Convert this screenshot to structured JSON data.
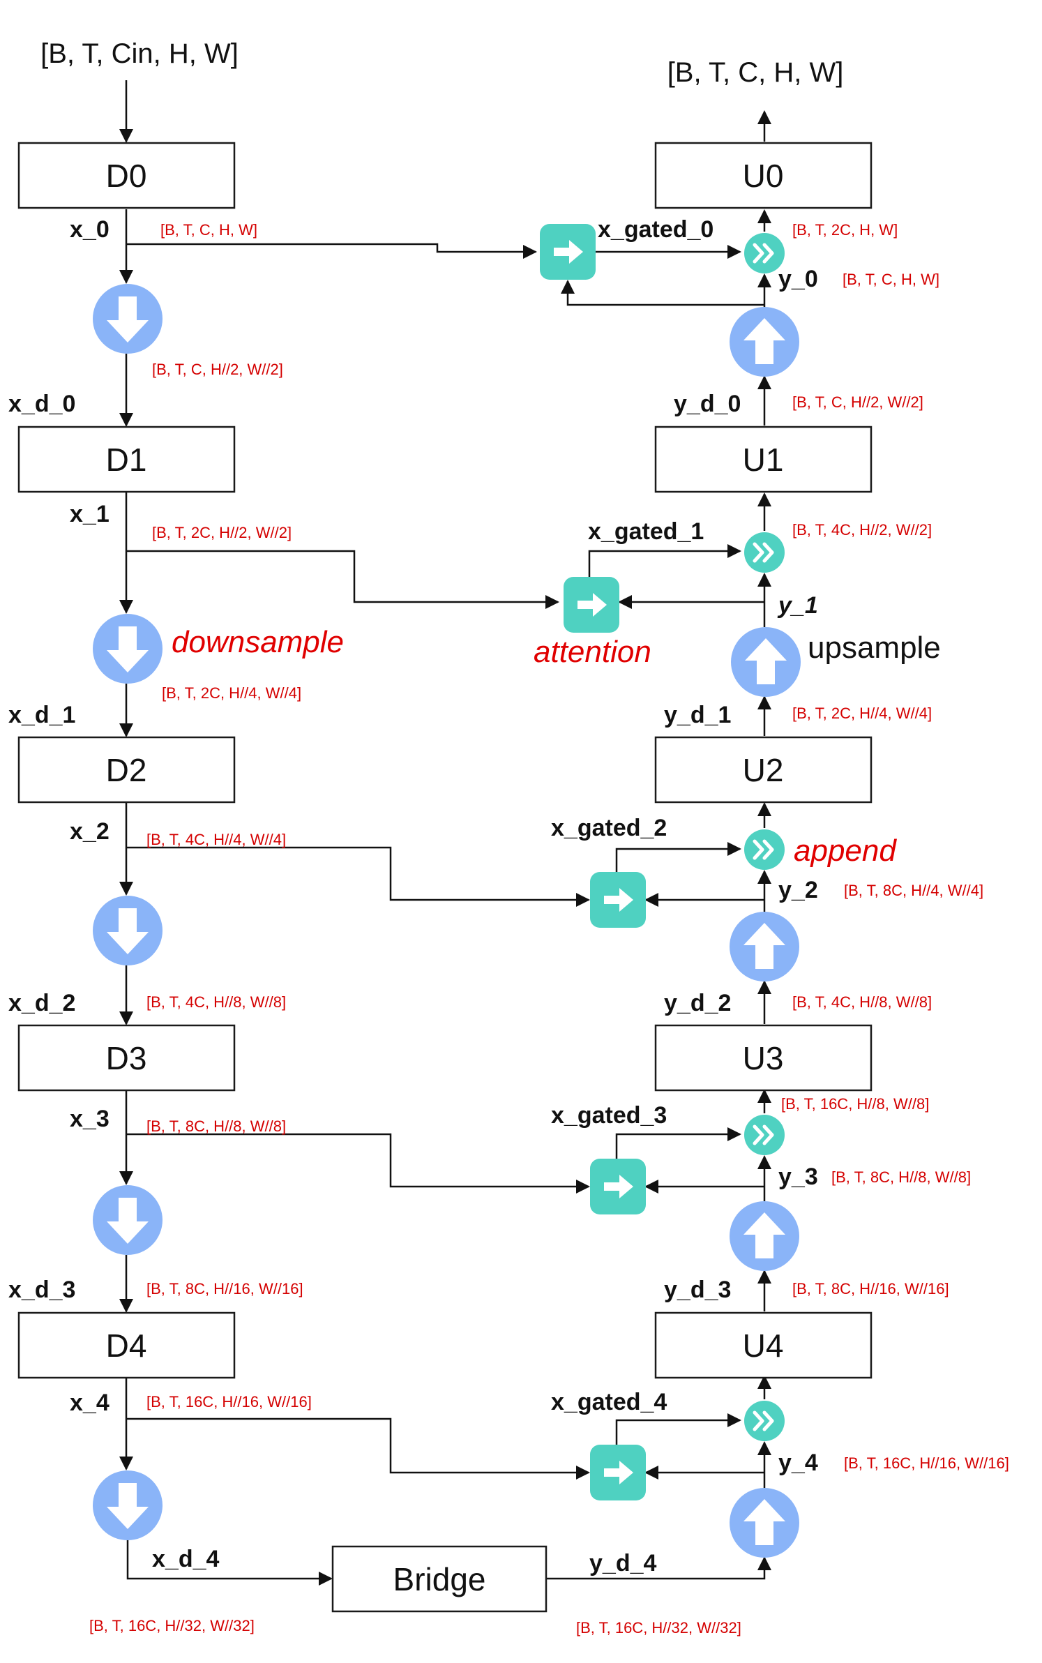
{
  "input_shape": "[B, T, Cin, H, W]",
  "output_shape": "[B, T, C, H, W]",
  "down_blocks": [
    "D0",
    "D1",
    "D2",
    "D3",
    "D4"
  ],
  "up_blocks": [
    "U0",
    "U1",
    "U2",
    "U3",
    "U4"
  ],
  "bridge": "Bridge",
  "encoder": {
    "x": [
      {
        "label": "x_0",
        "shape": "[B, T, C, H, W]"
      },
      {
        "label": "x_1",
        "shape": "[B, T, 2C, H//2, W//2]"
      },
      {
        "label": "x_2",
        "shape": "[B, T, 4C, H//4, W//4]"
      },
      {
        "label": "x_3",
        "shape": "[B, T, 8C, H//8, W//8]"
      },
      {
        "label": "x_4",
        "shape": "[B, T, 16C, H//16, W//16]"
      }
    ],
    "x_d": [
      {
        "label": "x_d_0",
        "shape": "[B, T, C, H//2, W//2]"
      },
      {
        "label": "x_d_1",
        "shape": "[B, T, 2C, H//4, W//4]"
      },
      {
        "label": "x_d_2",
        "shape": "[B, T, 4C, H//8, W//8]"
      },
      {
        "label": "x_d_3",
        "shape": "[B, T, 8C, H//16, W//16]"
      },
      {
        "label": "x_d_4",
        "shape": "[B, T, 16C, H//32, W//32]"
      }
    ]
  },
  "decoder": {
    "y": [
      {
        "label": "y_0",
        "shape": "[B, T, C, H, W]"
      },
      {
        "label": "y_1",
        "shape": ""
      },
      {
        "label": "y_2",
        "shape": "[B, T, 8C, H//4, W//4]"
      },
      {
        "label": "y_3",
        "shape": "[B, T, 8C, H//8, W//8]"
      },
      {
        "label": "y_4",
        "shape": "[B, T, 16C, H//16, W//16]"
      }
    ],
    "y_d": [
      {
        "label": "y_d_0",
        "shape": "[B, T, C, H//2, W//2]"
      },
      {
        "label": "y_d_1",
        "shape": "[B, T, 2C, H//4, W//4]"
      },
      {
        "label": "y_d_2",
        "shape": "[B, T, 4C, H//8, W//8]"
      },
      {
        "label": "y_d_3",
        "shape": "[B, T, 8C, H//16, W//16]"
      },
      {
        "label": "y_d_4",
        "shape": "[B, T, 16C, H//32, W//32]"
      }
    ],
    "merge_shapes": [
      "[B, T, 2C, H, W]",
      "[B, T, 4C, H//2, W//2]",
      "",
      "[B, T, 16C, H//8, W//8]",
      ""
    ],
    "x_gated": [
      "x_gated_0",
      "x_gated_1",
      "x_gated_2",
      "x_gated_3",
      "x_gated_4"
    ]
  },
  "legend": {
    "downsample": "downsample",
    "attention": "attention",
    "upsample": "upsample",
    "append": "append"
  },
  "colors": {
    "sample_circle": "#8ab4f8",
    "attention_block": "#4fd1c1",
    "append_circle": "#4fd1c1",
    "shape_text": "#d40000",
    "legend_text": "#e00000"
  }
}
